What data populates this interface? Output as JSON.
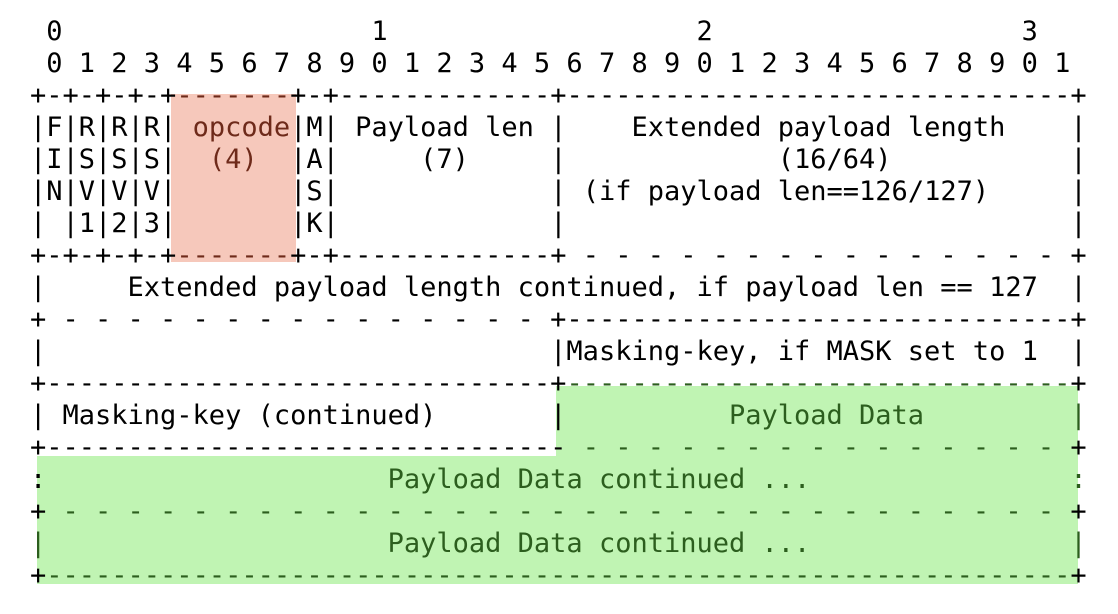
{
  "colors": {
    "page_background": "#ffffff",
    "diagram_text": "#000000",
    "opcode_highlight_bg": "#f6c8bb",
    "opcode_highlight_text": "#6e2a1a",
    "payload_highlight_bg": "#c0f4b3",
    "payload_highlight_text": "#2c5e1e"
  },
  "highlighted_fields": {
    "opcode_label": "opcode (4)",
    "payload_label": "Payload Data"
  },
  "diagram": {
    "bit_ruler_tens": " 0                   1                   2                   3",
    "bit_ruler_units": " 0 1 2 3 4 5 6 7 8 9 0 1 2 3 4 5 6 7 8 9 0 1 2 3 4 5 6 7 8 9 0 1",
    "lines": [
      {
        "name": "bit-ruler-tens",
        "segments": [
          {
            "t": " 0                   1                   2                   3",
            "c": "plain"
          }
        ]
      },
      {
        "name": "bit-ruler-units",
        "segments": [
          {
            "t": " 0 1 2 3 4 5 6 7 8 9 0 1 2 3 4 5 6 7 8 9 0 1 2 3 4 5 6 7 8 9 0 1",
            "c": "plain"
          }
        ]
      },
      {
        "name": "border-top",
        "segments": [
          {
            "t": "+-+-+-+-+",
            "c": "plain"
          },
          {
            "t": "-------",
            "c": "red"
          },
          {
            "t": "+-+-------------+-------------------------------+",
            "c": "plain"
          }
        ]
      },
      {
        "name": "row-header-1",
        "segments": [
          {
            "t": "|F|R|R|R|",
            "c": "plain"
          },
          {
            "t": " opcode",
            "c": "red"
          },
          {
            "t": "|M| Payload len |    Extended payload length    |",
            "c": "plain"
          }
        ]
      },
      {
        "name": "row-header-2",
        "segments": [
          {
            "t": "|I|S|S|S|",
            "c": "plain"
          },
          {
            "t": "  (4)  ",
            "c": "red"
          },
          {
            "t": "|A|     (7)     |             (16/64)           |",
            "c": "plain"
          }
        ]
      },
      {
        "name": "row-header-3",
        "segments": [
          {
            "t": "|N|V|V|V|",
            "c": "plain"
          },
          {
            "t": "       ",
            "c": "red"
          },
          {
            "t": "|S|             | (if payload len==126/127)     |",
            "c": "plain"
          }
        ]
      },
      {
        "name": "row-header-4",
        "segments": [
          {
            "t": "| |1|2|3|",
            "c": "plain"
          },
          {
            "t": "       ",
            "c": "red"
          },
          {
            "t": "|K|             |                               |",
            "c": "plain"
          }
        ]
      },
      {
        "name": "border-header-bottom",
        "segments": [
          {
            "t": "+-+-+-+-+",
            "c": "plain"
          },
          {
            "t": "-------",
            "c": "red"
          },
          {
            "t": "+-+-------------+ - - - - - - - - - - - - - - - +",
            "c": "plain"
          }
        ]
      },
      {
        "name": "row-extended-payload-continued",
        "segments": [
          {
            "t": "|     Extended payload length continued, if payload len == 127  |",
            "c": "plain"
          }
        ]
      },
      {
        "name": "border-extended-payload",
        "segments": [
          {
            "t": "+ - - - - - - - - - - - - - - - +-------------------------------+",
            "c": "plain"
          }
        ]
      },
      {
        "name": "row-masking-key-if-mask",
        "segments": [
          {
            "t": "|                               |Masking-key, if MASK set to 1  |",
            "c": "plain"
          }
        ]
      },
      {
        "name": "border-masking-key",
        "segments": [
          {
            "t": "+-------------------------------+",
            "c": "plain"
          },
          {
            "t": "-------------------------------",
            "c": "green"
          },
          {
            "t": "+",
            "c": "plain"
          }
        ]
      },
      {
        "name": "row-masking-key-continued-payload-data",
        "segments": [
          {
            "t": "| Masking-key (continued)       |",
            "c": "plain"
          },
          {
            "t": "          Payload Data         ",
            "c": "green"
          },
          {
            "t": "|",
            "c": "green"
          }
        ]
      },
      {
        "name": "border-payload-data",
        "segments": [
          {
            "t": "+--------------------------------",
            "c": "plain"
          },
          {
            "t": " - - - - - - - - - - - - - - - ",
            "c": "green"
          },
          {
            "t": "+",
            "c": "plain"
          }
        ]
      },
      {
        "name": "row-payload-data-continued-1",
        "segments": [
          {
            "t": ":",
            "c": "plain"
          },
          {
            "t": "                     Payload Data continued ...                ",
            "c": "green"
          },
          {
            "t": ":",
            "c": "green"
          }
        ]
      },
      {
        "name": "border-payload-continued",
        "segments": [
          {
            "t": "+",
            "c": "plain"
          },
          {
            "t": " - - - - - - - - - - - - - - - - - - - - - - - - - - - - - - - ",
            "c": "green"
          },
          {
            "t": "+",
            "c": "plain"
          }
        ]
      },
      {
        "name": "row-payload-data-continued-2",
        "segments": [
          {
            "t": "|                     Payload Data continued ...                |",
            "c": "green"
          }
        ]
      },
      {
        "name": "border-bottom",
        "segments": [
          {
            "t": "+",
            "c": "plain"
          },
          {
            "t": "---------------------------------------------------------------",
            "c": "green"
          },
          {
            "t": "+",
            "c": "plain"
          }
        ]
      }
    ]
  }
}
